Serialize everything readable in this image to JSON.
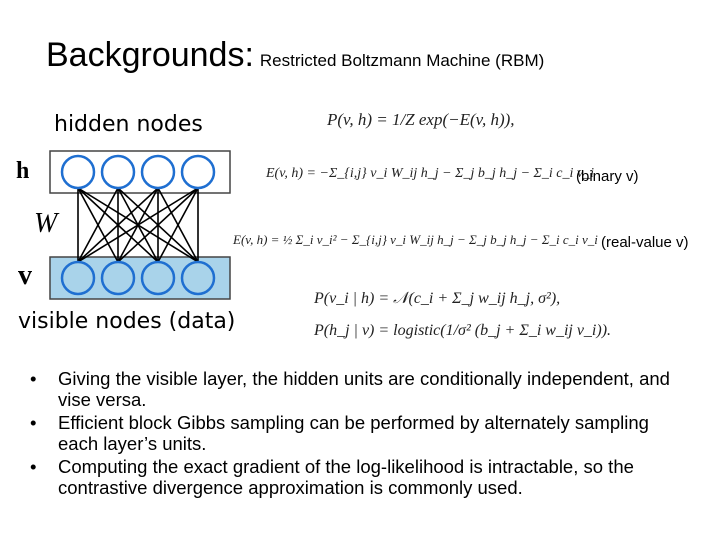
{
  "title": {
    "main": "Backgrounds:",
    "sub": "Restricted Boltzmann Machine (RBM)"
  },
  "diagram": {
    "hidden_label": "hidden nodes",
    "visible_label": "visible nodes (data)",
    "h_label": "h",
    "w_label": "W",
    "v_label": "v",
    "hidden_count": 4,
    "visible_count": 4,
    "colors": {
      "hidden_fill": "#ffffff",
      "visible_fill": "#a9d3ea",
      "node_stroke": "#1f6fd1",
      "edge": "#000000"
    }
  },
  "equations": {
    "joint": "P(v, h) = 1/Z exp(−E(v, h)),",
    "energy_binary": "E(v, h) = −Σ_{i,j} v_i W_ij h_j − Σ_j b_j h_j − Σ_i c_i v_i",
    "binary_note": "(binary v)",
    "energy_real": "E(v, h) = ½ Σ_i v_i² − Σ_{i,j} v_i W_ij h_j − Σ_j b_j h_j − Σ_i c_i v_i",
    "real_note": "(real-value v)",
    "cond_v": "P(v_i | h) = 𝒩(c_i + Σ_j w_ij h_j, σ²),",
    "cond_h": "P(h_j | v) = logistic(1/σ² (b_j + Σ_i w_ij v_i))."
  },
  "bullets": [
    "Giving the visible layer, the hidden units are conditionally independent, and vise versa.",
    "Efficient block Gibbs sampling can be performed by alternately sampling each layer’s units.",
    "Computing the exact gradient of the log-likelihood is intractable, so the contrastive divergence approximation is commonly used."
  ]
}
